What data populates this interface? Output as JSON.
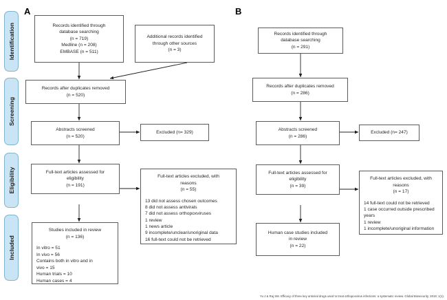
{
  "figure": {
    "panels": [
      {
        "id": "A",
        "label": "A"
      },
      {
        "id": "B",
        "label": "B"
      }
    ],
    "stages": [
      {
        "key": "identification",
        "label": "Identification"
      },
      {
        "key": "screening",
        "label": "Screening"
      },
      {
        "key": "eligibility",
        "label": "Eligibility"
      },
      {
        "key": "included",
        "label": "Included"
      }
    ],
    "stage_color": "#c9e5f5",
    "stage_border_color": "#7fb4cf",
    "box_border_color": "#58595b",
    "citation": "Yu J & Raj SM. Efficacy of three key antiviral drugs used to treat orthopoxvirus infections: a systematic review. Global Biosecurity, 2019; 1(1)."
  },
  "panelA": {
    "records_identified": {
      "line1": "Records identified through",
      "line2": "database searching",
      "line3": "(n = 719)",
      "line4": "Medline (n = 208)",
      "line5": "EMBASE (n = 511)"
    },
    "additional_records": {
      "line1": "Additional records identified",
      "line2": "through other sources",
      "line3": "(n = 3)"
    },
    "duplicates_removed": {
      "line1": "Records after duplicates removed",
      "line2": "(n = 520)"
    },
    "abstracts_screened": {
      "line1": "Abstracts screened",
      "line2": "(n = 520)"
    },
    "excluded": {
      "line1": "Excluded (n= 329)"
    },
    "fulltext_assessed": {
      "line1": "Full-text articles assessed for",
      "line2": "eligibility",
      "line3": "(n = 191)"
    },
    "fulltext_excluded": {
      "line1": "Full-text articles excluded, with",
      "line2": "reasons",
      "line3": "(n = 55)",
      "reasons": [
        "13 did not assess chosen outcomes",
        "8 did not assess antivirals",
        "7 did not assess orthopoxviruses",
        "1 review",
        "1 news article",
        "9 incomplete/unclear/unoriginal data",
        "16 full-text could not be retrieved"
      ]
    },
    "included_studies": {
      "line1": "Studies included in review",
      "line2": "(n = 136)",
      "details": [
        "In vitro = 51",
        "In vivo = 56",
        "Contains both in vitro and in",
        "vivo = 15",
        "Human trials = 10",
        "Human cases = 4"
      ]
    }
  },
  "panelB": {
    "records_identified": {
      "line1": "Records identified through",
      "line2": "database searching",
      "line3": "(n = 291)"
    },
    "duplicates_removed": {
      "line1": "Records after duplicates removed",
      "line2": "(n = 286)"
    },
    "abstracts_screened": {
      "line1": "Abstracts screened",
      "line2": "(n = 286)"
    },
    "excluded": {
      "line1": "Excluded (n= 247)"
    },
    "fulltext_assessed": {
      "line1": "Full-text articles assessed for",
      "line2": "eligibility",
      "line3": "(n = 39)"
    },
    "fulltext_excluded": {
      "line1": "Full-text articles excluded, with",
      "line2": "reasons",
      "line3": "(n = 17)",
      "reasons": [
        "14 full-text could not be retrieved",
        "1 case occurred outside prescribed",
        "years",
        "1 review",
        "1 incomplete/unoriginal information"
      ]
    },
    "included_studies": {
      "line1": "Human case studies included",
      "line2": "in review",
      "line3": "(n = 22)"
    }
  }
}
